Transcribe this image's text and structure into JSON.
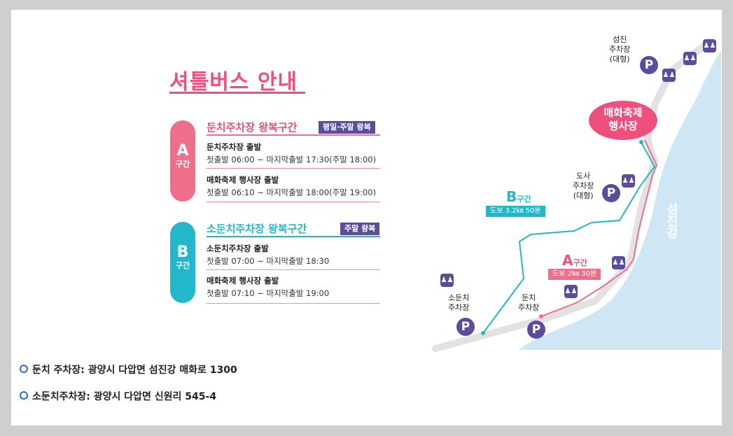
{
  "title": "셔틀버스 안내",
  "colors": {
    "pink": "#ee4f7c",
    "teal": "#23b8c9",
    "purple": "#5b4c9c",
    "river": "#cfe6f5"
  },
  "sections": [
    {
      "letter": "A",
      "sub": "구간",
      "title": "둔치주차장 왕복구간",
      "tag": "평일·주말 왕복",
      "rows": [
        {
          "title": "둔치주차장 출발",
          "text": "첫출발 06:00 ~ 마지막출발 17:30(주말 18:00)"
        },
        {
          "title": "매화축제 행사장 출발",
          "text": "첫출발 06:10 ~ 마지막출발 18:00(주말 19:00)"
        }
      ]
    },
    {
      "letter": "B",
      "sub": "구간",
      "title": "소둔치주차장 왕복구간",
      "tag": "주말 왕복",
      "rows": [
        {
          "title": "소둔치주차장 출발",
          "text": "첫출발 07:00 ~ 마지막출발 18:30"
        },
        {
          "title": "매화축제 행사장 출발",
          "text": "첫출발 07:10 ~ 마지막출발 19:00"
        }
      ]
    }
  ],
  "map": {
    "festival_line1": "매화축제",
    "festival_line2": "행사장",
    "river": "섬진강",
    "seomjin_parking": [
      "섬진",
      "주차장",
      "(대형)"
    ],
    "dosa_parking": [
      "도사",
      "주차장",
      "(대형)"
    ],
    "sodunchi_parking": [
      "소둔치",
      "주차장"
    ],
    "dunchi_parking": [
      "둔치",
      "주차장"
    ],
    "parking_symbol": "P",
    "route_a": {
      "letter": "A",
      "sub": "구간",
      "desc": "도보 2㎞ 30분"
    },
    "route_b": {
      "letter": "B",
      "sub": "구간",
      "desc": "도보 3.2㎞ 50분"
    },
    "icons": [
      "parking-icon",
      "restroom-icon"
    ]
  },
  "addresses": [
    "둔치 주차장: 광양시 다압면 섬진강 매화로 1300",
    "소둔치주차장: 광양시 다압면 신원리 545-4"
  ]
}
